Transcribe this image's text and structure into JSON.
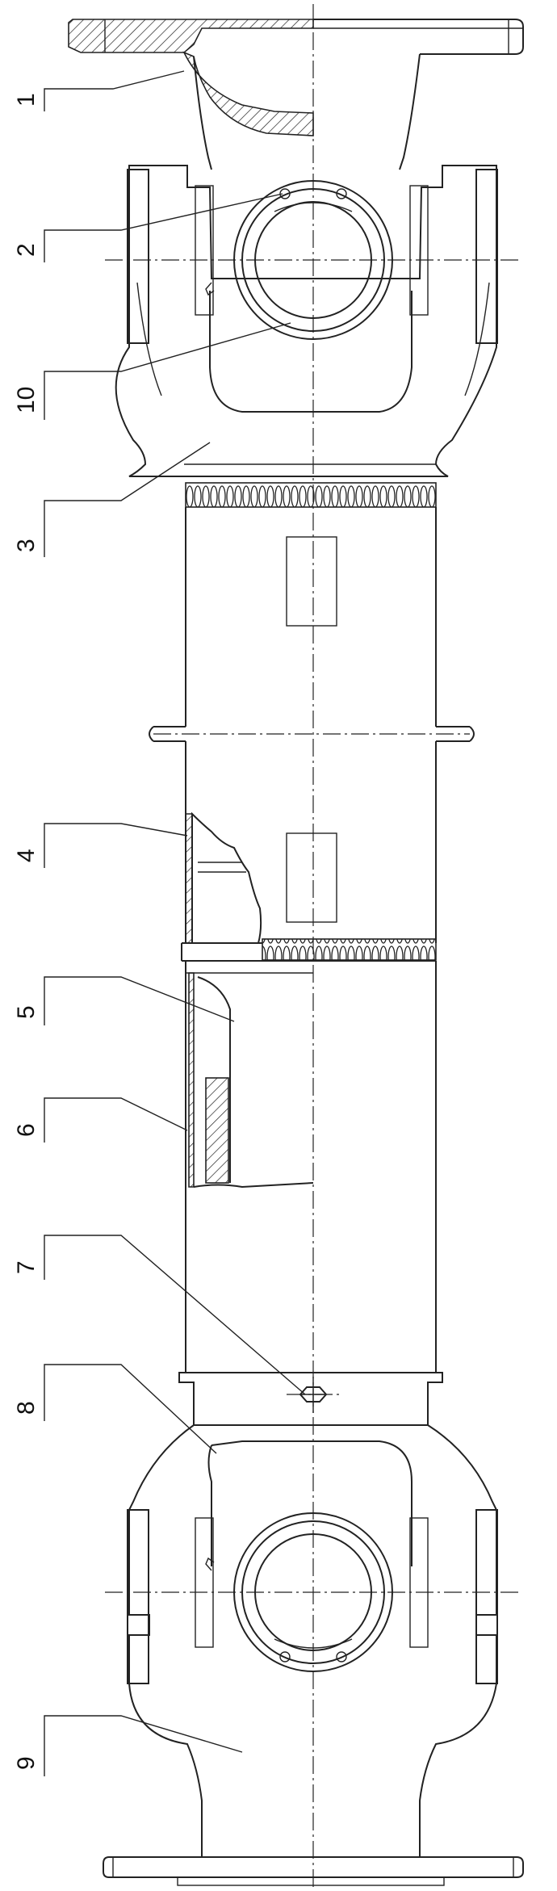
{
  "labels": [
    {
      "id": "label-1",
      "text": "1"
    },
    {
      "id": "label-2",
      "text": "2"
    },
    {
      "id": "label-10",
      "text": "10"
    },
    {
      "id": "label-3",
      "text": "3"
    },
    {
      "id": "label-4",
      "text": "4"
    },
    {
      "id": "label-5",
      "text": "5"
    },
    {
      "id": "label-6",
      "text": "6"
    },
    {
      "id": "label-7",
      "text": "7"
    },
    {
      "id": "label-8",
      "text": "8"
    },
    {
      "id": "label-9",
      "text": "9"
    }
  ],
  "colors": {
    "line": "#222222",
    "background": "#ffffff"
  }
}
